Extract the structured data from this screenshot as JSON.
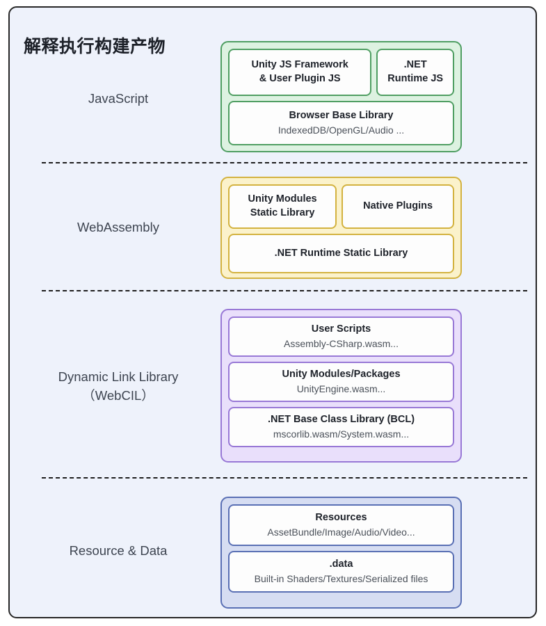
{
  "diagram": {
    "title": "解释执行构建产物",
    "background_color": "#eef2fb",
    "border_color": "#262626",
    "divider_style": "dashed",
    "tiers": [
      {
        "id": "javascript",
        "label": "JavaScript",
        "accent_color": "#4f9e62",
        "fill_color": "#ddf2e1",
        "rows": [
          {
            "cards": [
              {
                "title": "Unity JS Framework\n& User Plugin JS",
                "subtitle": "",
                "flex": 1.97
              },
              {
                "title": ".NET\nRuntime JS",
                "subtitle": "",
                "flex": 1
              }
            ]
          },
          {
            "cards": [
              {
                "title": "Browser Base Library",
                "subtitle": "IndexedDB/OpenGL/Audio ...",
                "flex": 1
              }
            ]
          }
        ]
      },
      {
        "id": "webassembly",
        "label": "WebAssembly",
        "accent_color": "#d3b23f",
        "fill_color": "#fbf2cb",
        "rows": [
          {
            "cards": [
              {
                "title": "Unity Modules\nStatic Library",
                "subtitle": "",
                "flex": 1
              },
              {
                "title": "Native Plugins",
                "subtitle": "",
                "flex": 1.04
              }
            ]
          },
          {
            "cards": [
              {
                "title": ".NET Runtime Static Library",
                "subtitle": "",
                "flex": 1
              }
            ]
          }
        ]
      },
      {
        "id": "dynamic-link-library",
        "label": "Dynamic Link Library\n（WebCIL）",
        "accent_color": "#9878d6",
        "fill_color": "#e9dffb",
        "rows": [
          {
            "cards": [
              {
                "title": "User Scripts",
                "subtitle": "Assembly-CSharp.wasm...",
                "flex": 1
              }
            ]
          },
          {
            "cards": [
              {
                "title": "Unity Modules/Packages",
                "subtitle": "UnityEngine.wasm...",
                "flex": 1
              }
            ]
          },
          {
            "cards": [
              {
                "title": ".NET Base Class Library (BCL)",
                "subtitle": "mscorlib.wasm/System.wasm...",
                "flex": 1
              }
            ]
          }
        ]
      },
      {
        "id": "resource-and-data",
        "label": "Resource & Data",
        "accent_color": "#596fb4",
        "fill_color": "#d6ddf2",
        "rows": [
          {
            "cards": [
              {
                "title": "Resources",
                "subtitle": "AssetBundle/Image/Audio/Video...",
                "flex": 1
              }
            ]
          },
          {
            "cards": [
              {
                "title": ".data",
                "subtitle": "Built-in Shaders/Textures/Serialized files",
                "flex": 1
              }
            ]
          }
        ]
      }
    ]
  },
  "layout": {
    "tier_tops": [
      48,
      240,
      430,
      700
    ],
    "group_tops": [
      48,
      243,
      433,
      703
    ],
    "group_heights": [
      160,
      147,
      221,
      161
    ],
    "label_tops": [
      118,
      303,
      518,
      768
    ],
    "divider_tops": [
      222,
      406,
      675
    ],
    "inner_card_heights": [
      [
        68,
        64
      ],
      [
        64,
        57
      ],
      [
        58,
        58,
        58
      ],
      [
        60,
        60
      ]
    ]
  }
}
